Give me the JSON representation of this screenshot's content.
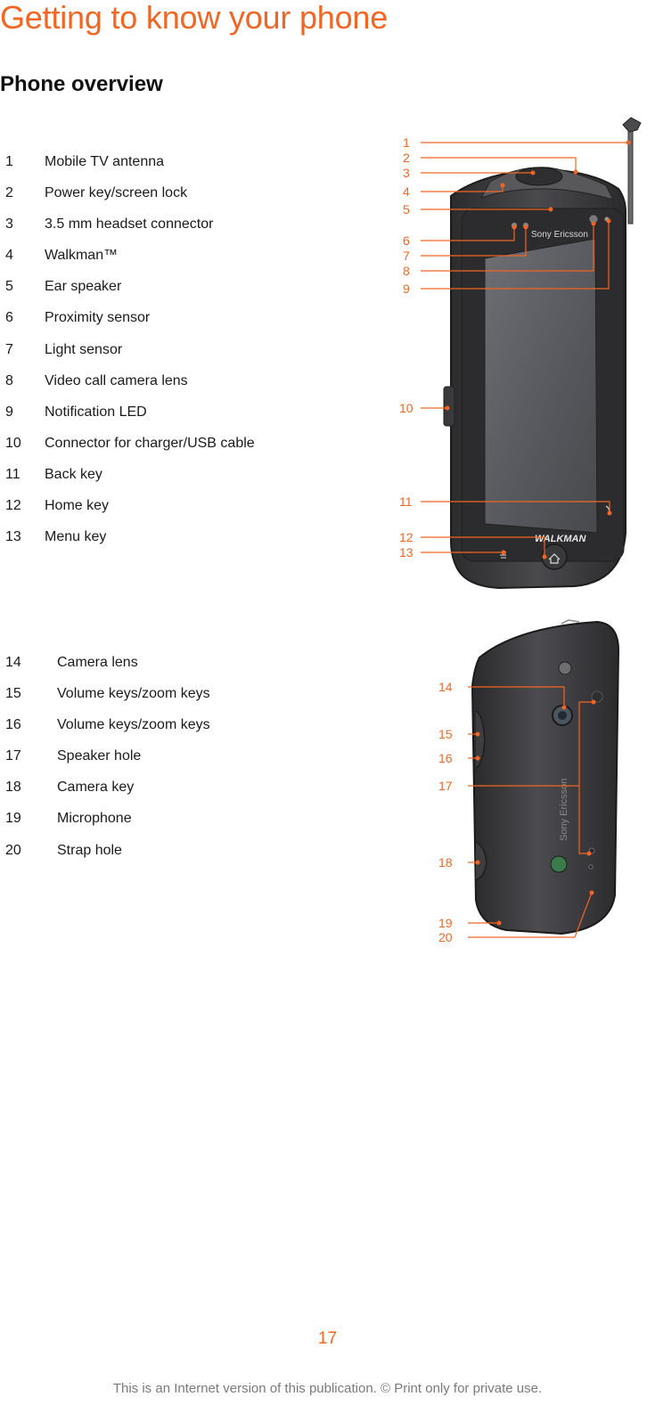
{
  "title": "Getting to know your phone",
  "subtitle": "Phone overview",
  "front_parts": [
    {
      "num": "1",
      "label": "Mobile TV antenna"
    },
    {
      "num": "2",
      "label": "Power key/screen lock"
    },
    {
      "num": "3",
      "label": "3.5 mm headset connector"
    },
    {
      "num": "4",
      "label": "Walkman™"
    },
    {
      "num": "5",
      "label": "Ear speaker"
    },
    {
      "num": "6",
      "label": "Proximity sensor"
    },
    {
      "num": "7",
      "label": "Light sensor"
    },
    {
      "num": "8",
      "label": "Video call camera lens"
    },
    {
      "num": "9",
      "label": "Notification LED"
    },
    {
      "num": "10",
      "label": "Connector for charger/USB cable"
    },
    {
      "num": "11",
      "label": "Back key"
    },
    {
      "num": "12",
      "label": "Home key"
    },
    {
      "num": "13",
      "label": "Menu key"
    }
  ],
  "back_parts": [
    {
      "num": "14",
      "label": "Camera lens"
    },
    {
      "num": "15",
      "label": "Volume keys/zoom keys"
    },
    {
      "num": "16",
      "label": "Volume keys/zoom keys"
    },
    {
      "num": "17",
      "label": "Speaker hole"
    },
    {
      "num": "18",
      "label": "Camera key"
    },
    {
      "num": "19",
      "label": "Microphone"
    },
    {
      "num": "20",
      "label": "Strap hole"
    }
  ],
  "phone_front": {
    "brand": "Sony Ericsson",
    "walkman_logo": "WALKMAN"
  },
  "phone_back": {
    "brand": "Sony Ericsson"
  },
  "colors": {
    "accent": "#f26522",
    "body": "#3b3b3d",
    "screen": "#5e6066"
  },
  "page_number": "17",
  "footer": "This is an Internet version of this publication. © Print only for private use."
}
